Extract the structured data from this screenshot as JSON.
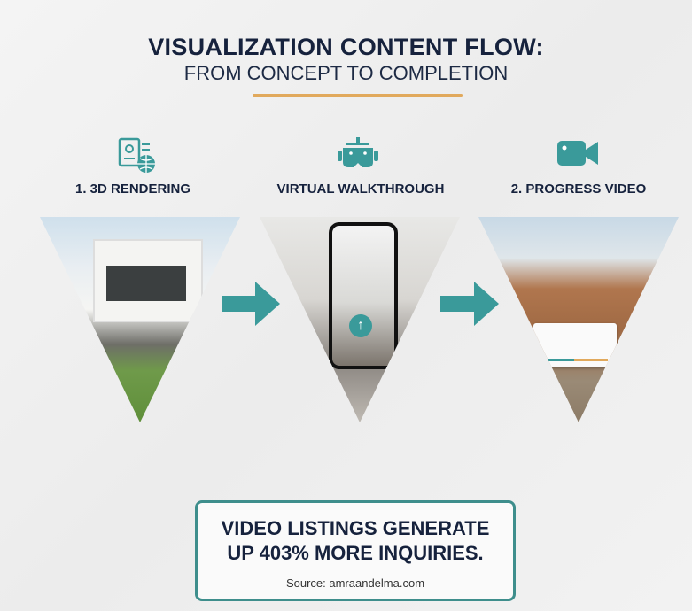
{
  "header": {
    "title": "VISUALIZATION CONTENT FLOW:",
    "subtitle": "FROM CONCEPT TO COMPLETION"
  },
  "colors": {
    "accent": "#3a9a9a",
    "navy": "#16223d",
    "gold": "#e1a95c"
  },
  "steps": [
    {
      "label": "1. 3D RENDERING",
      "icon": "document-globe-icon"
    },
    {
      "label": "VIRTUAL WALKTHROUGH",
      "icon": "vr-headset-icon"
    },
    {
      "label": "2. PROGRESS VIDEO",
      "icon": "video-camera-icon"
    }
  ],
  "stat": {
    "line1": "VIDEO LISTINGS GENERATE",
    "line2": "UP 403% MORE INQUIRIES.",
    "source": "Source: amraandelma.com"
  }
}
